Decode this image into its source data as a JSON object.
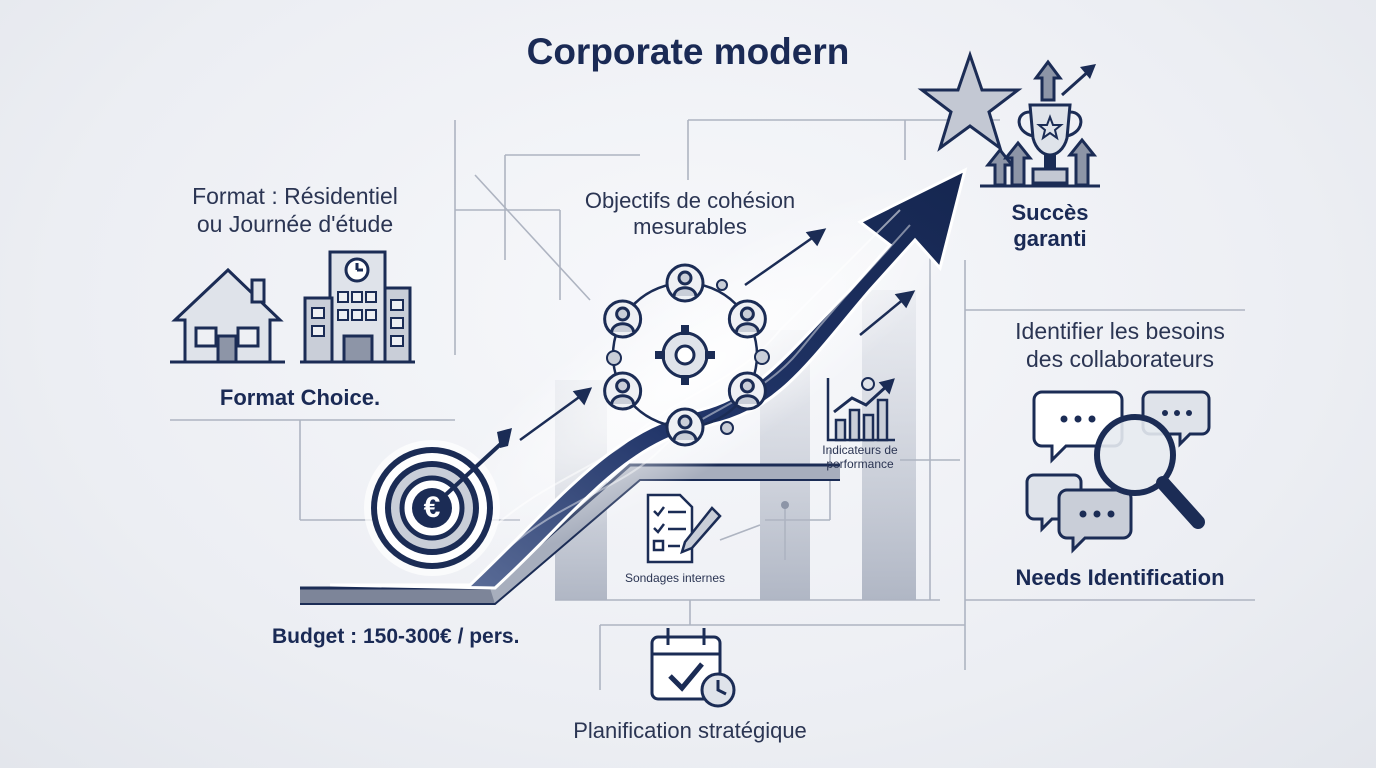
{
  "title": "Corporate modern",
  "format": {
    "line1": "Format : Résidentiel",
    "line2": "ou Journée d'étude",
    "choice": "Format Choice."
  },
  "objectives": {
    "line1": "Objectifs de cohésion",
    "line2": "mesurables"
  },
  "success": {
    "line1": "Succès",
    "line2": "garanti"
  },
  "needs": {
    "line1": "Identifier les besoins",
    "line2": "des collaborateurs",
    "heading": "Needs Identification"
  },
  "kpi": {
    "line1": "Indicateurs de",
    "line2": "performance"
  },
  "surveys": "Sondages internes",
  "budget": "Budget : 150-300€ / pers.",
  "planning": "Planification stratégique",
  "budget_icon_symbol": "€",
  "colors": {
    "navy": "#1b2c55",
    "mid": "#5b6781",
    "light": "#c9ced8",
    "accent": "#3b5590"
  },
  "icons": [
    "house-icon",
    "office-building-icon",
    "team-network-icon",
    "gear-icon",
    "star-icon",
    "trophy-icon",
    "chat-bubbles-icon",
    "magnifier-icon",
    "bar-chart-icon",
    "checklist-icon",
    "calendar-icon",
    "target-euro-icon",
    "growth-arrow-icon"
  ]
}
